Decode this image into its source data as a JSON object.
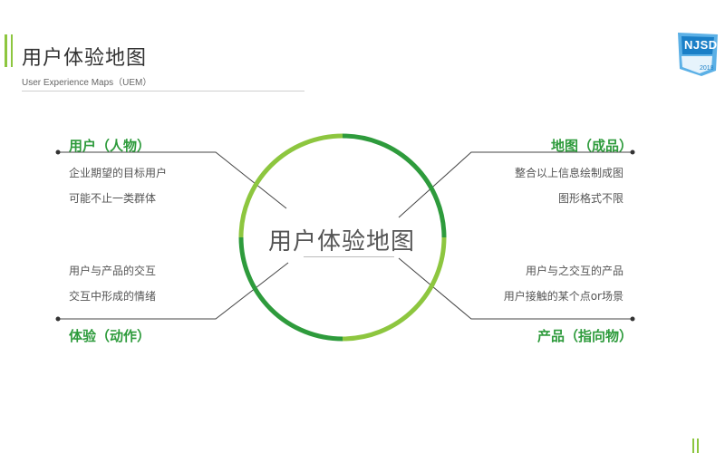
{
  "header": {
    "title": "用户体验地图",
    "subtitle": "User Experience Maps（UEM）"
  },
  "logo": {
    "text": "NJSD",
    "year": "2018",
    "colors": {
      "primary": "#1a7fc7",
      "secondary": "#5bb0e6"
    }
  },
  "center": {
    "label": "用户体验地图"
  },
  "quadrants": {
    "top_left": {
      "title": "用户（人物）",
      "lines": [
        "企业期望的目标用户",
        "可能不止一类群体"
      ]
    },
    "bottom_left": {
      "title": "体验（动作）",
      "lines": [
        "用户与产品的交互",
        "交互中形成的情绪"
      ]
    },
    "top_right": {
      "title": "地图（成品）",
      "lines": [
        "整合以上信息绘制成图",
        "图形格式不限"
      ]
    },
    "bottom_right": {
      "title": "产品（指向物）",
      "lines": [
        "用户与之交互的产品",
        "用户接触的某个点or场景"
      ]
    }
  },
  "colors": {
    "accent_green": "#2e9b3c",
    "light_green": "#8dc63f",
    "text_gray": "#555555"
  }
}
